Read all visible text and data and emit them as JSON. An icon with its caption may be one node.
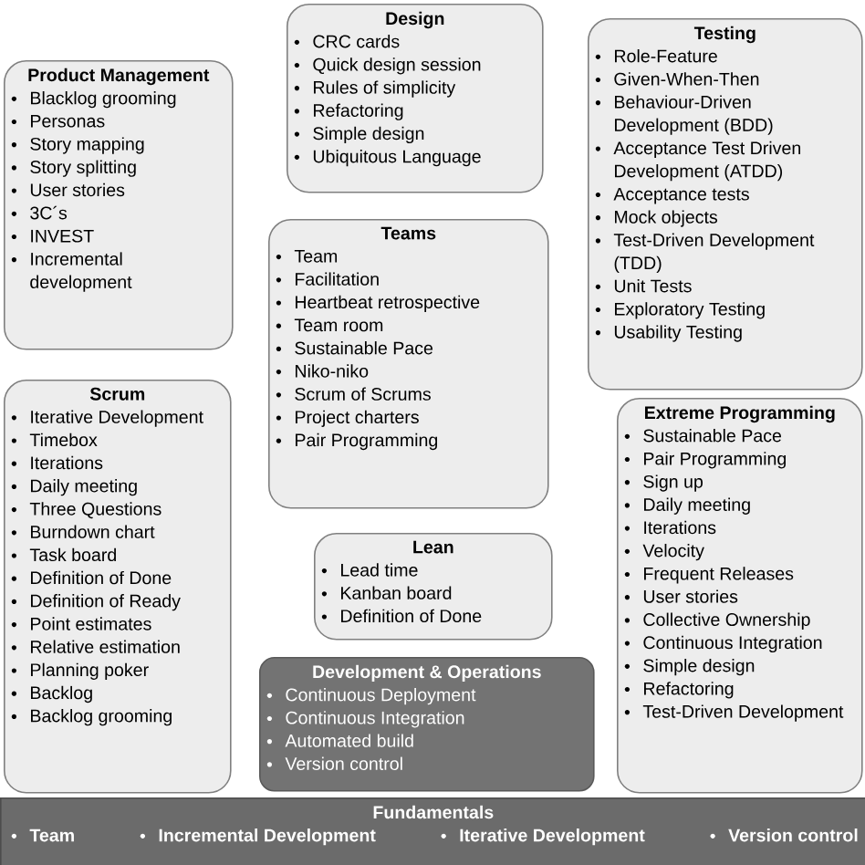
{
  "diagram": {
    "nodes": [
      {
        "text": [
          "Product Management",
          "Blacklog grooming",
          "Personas",
          "Story mapping",
          "Story splitting",
          "User stories",
          "3C´s",
          "INVEST",
          "Incremental development"
        ]
      },
      {
        "text": [
          "Design",
          "CRC cards",
          "Quick design session",
          "Rules of simplicity",
          "Refactoring",
          "Simple design",
          "Ubiquitous Language"
        ]
      },
      {
        "text": [
          "Testing",
          "Role-Feature",
          "Given-When-Then",
          "Behaviour-Driven Development (BDD)",
          "Acceptance Test Driven Development (ATDD)",
          "Acceptance tests",
          "Mock objects",
          "Test-Driven Development (TDD)",
          "Unit Tests",
          "Exploratory Testing",
          "Usability Testing"
        ]
      },
      {
        "text": [
          "Teams",
          "Team",
          "Facilitation",
          "Heartbeat retrospective",
          "Team room",
          "Sustainable Pace",
          "Niko-niko",
          "Scrum of Scrums",
          "Project charters",
          "Pair Programming"
        ]
      },
      {
        "text": [
          "Scrum",
          "Iterative Development",
          "Timebox",
          "Iterations",
          "Daily meeting",
          "Three Questions",
          "Burndown chart",
          "Task board",
          "Definition of Done",
          "Definition of Ready",
          "Point estimates",
          "Relative estimation",
          "Planning poker",
          "Backlog",
          "Backlog grooming"
        ]
      },
      {
        "text": [
          "Lean",
          "Lead time",
          "Kanban board",
          "Definition of Done"
        ]
      },
      {
        "text": [
          "Development & Operations",
          "Continuous Deployment",
          "Continuous Integration",
          "Automated build",
          "Version control"
        ]
      },
      {
        "text": [
          "Extreme Programming",
          "Sustainable Pace",
          "Pair Programming",
          "Sign up",
          "Daily meeting",
          "Iterations",
          "Velocity",
          "Frequent Releases",
          "User stories",
          "Collective Ownership",
          "Continuous Integration",
          "Simple design",
          "Refactoring",
          "Test-Driven Development"
        ]
      },
      {
        "text": [
          "Fundamentals",
          "Team",
          "Incremental Development",
          "Iterative Development",
          "Version control"
        ]
      }
    ]
  }
}
